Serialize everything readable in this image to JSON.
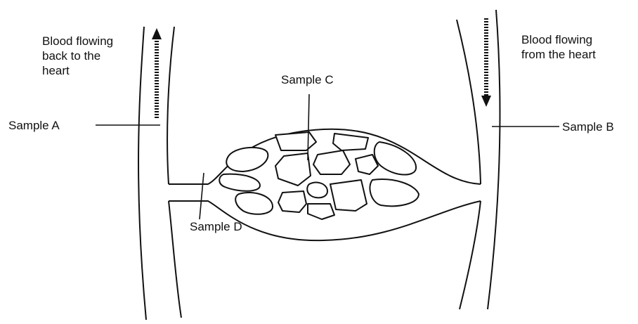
{
  "labels": {
    "left_flow": "Blood flowing\nback to the\nheart",
    "right_flow": "Blood flowing\nfrom the heart",
    "sample_a": "Sample A",
    "sample_b": "Sample B",
    "sample_c": "Sample C",
    "sample_d": "Sample D"
  },
  "colors": {
    "stroke": "#111111",
    "background": "#ffffff"
  },
  "icons": {
    "left_arrow": "arrow-up-icon",
    "right_arrow": "arrow-down-icon"
  }
}
